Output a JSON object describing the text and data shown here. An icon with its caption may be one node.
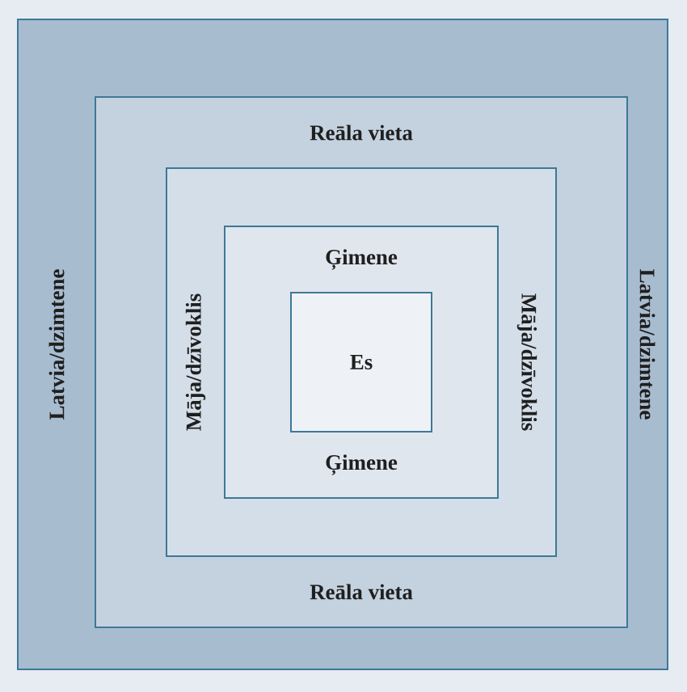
{
  "diagram": {
    "nodes": [
      {
        "text": [
          "Latvia/dzimtene",
          "Latvia/dzimtene"
        ]
      },
      {
        "text": [
          "Reāla vieta",
          "Reāla vieta"
        ],
        "in": 0
      },
      {
        "text": [
          "Māja/dzīvoklis",
          "Māja/dzīvoklis"
        ],
        "in": 1
      },
      {
        "text": [
          "Ģimene",
          "Ģimene"
        ],
        "in": 2
      },
      {
        "text": [
          "Es"
        ],
        "in": 3
      }
    ]
  }
}
